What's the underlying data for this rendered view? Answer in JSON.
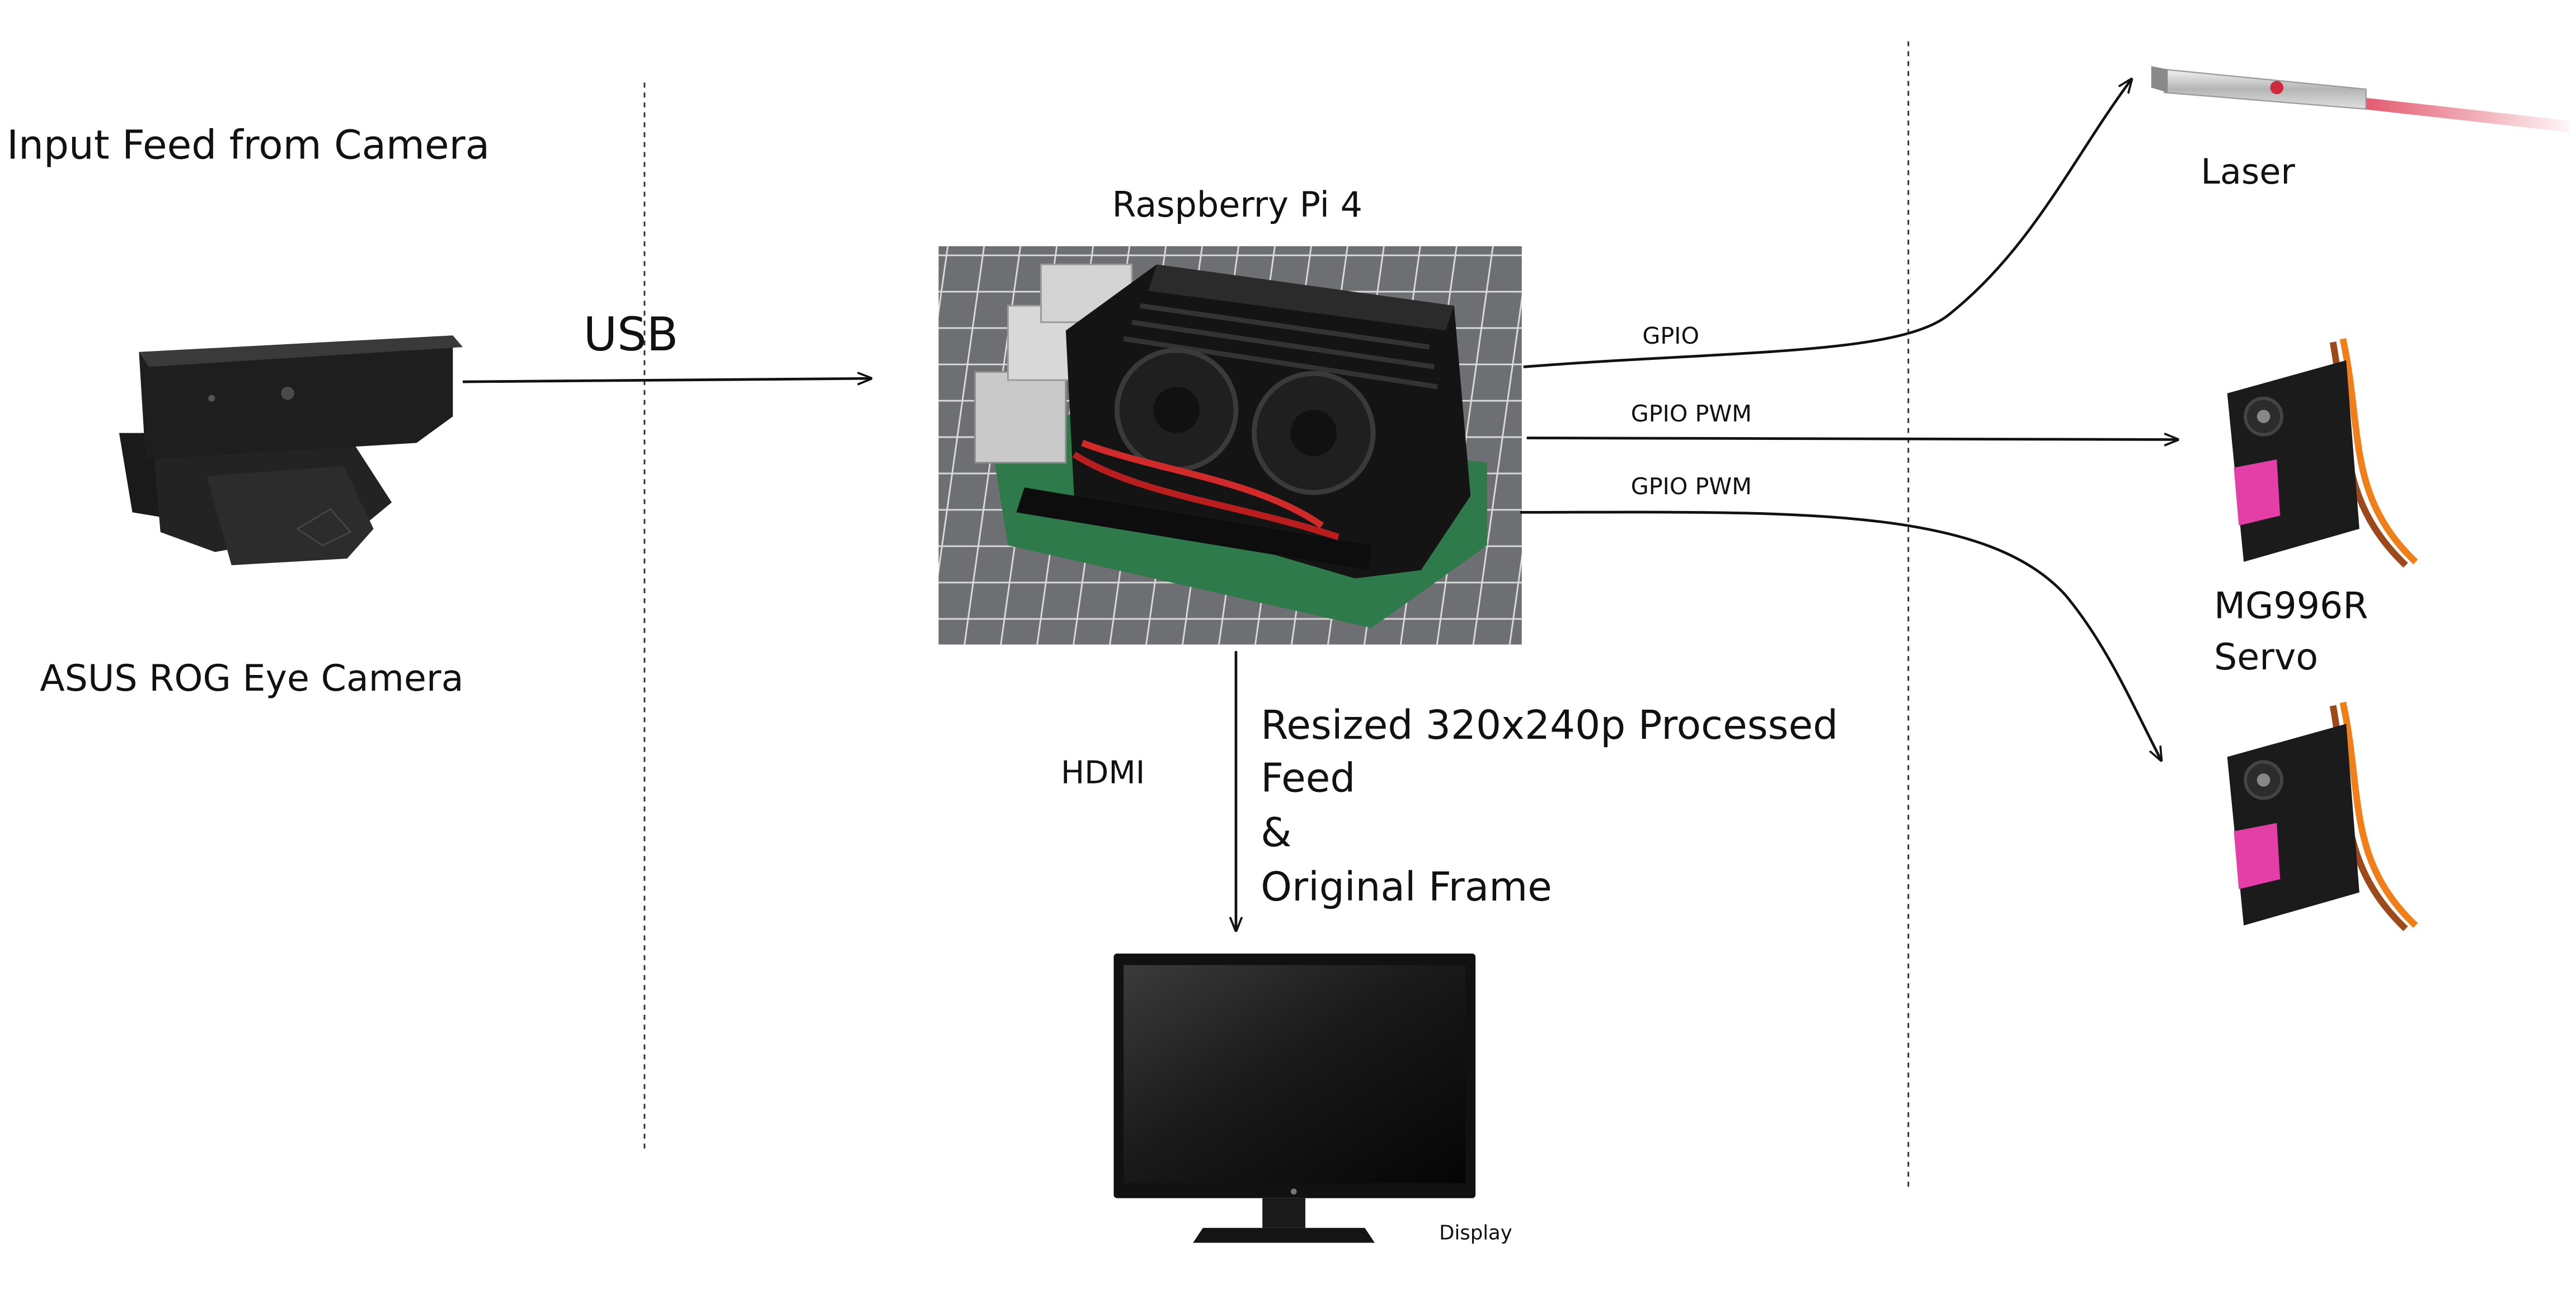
{
  "labels": {
    "input_feed": "Input Feed from Camera",
    "camera": "ASUS ROG Eye Camera",
    "usb": "USB",
    "raspberry_pi": "Raspberry Pi 4",
    "gpio": "GPIO",
    "gpio_pwm_1": "GPIO PWM",
    "gpio_pwm_2": "GPIO PWM",
    "laser": "Laser",
    "servo_line1": "MG996R",
    "servo_line2": "Servo",
    "hdmi": "HDMI",
    "feed_line1": "Resized 320x240p Processed",
    "feed_line2": "Feed",
    "feed_line3": "&",
    "feed_line4": "Original Frame",
    "display": "Display"
  }
}
